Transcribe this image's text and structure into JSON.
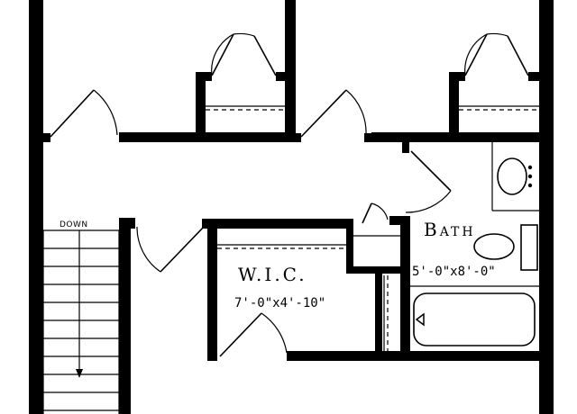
{
  "rooms": {
    "wic": {
      "name": "W.I.C.",
      "dimensions": "7'-0\"x4'-10\""
    },
    "bath": {
      "name": "Bath",
      "dimensions": "5'-0\"x8'-0\""
    }
  },
  "stairs": {
    "direction_label": "DOWN",
    "tread_count": 11
  },
  "colors": {
    "line": "#000000",
    "background": "#ffffff"
  }
}
